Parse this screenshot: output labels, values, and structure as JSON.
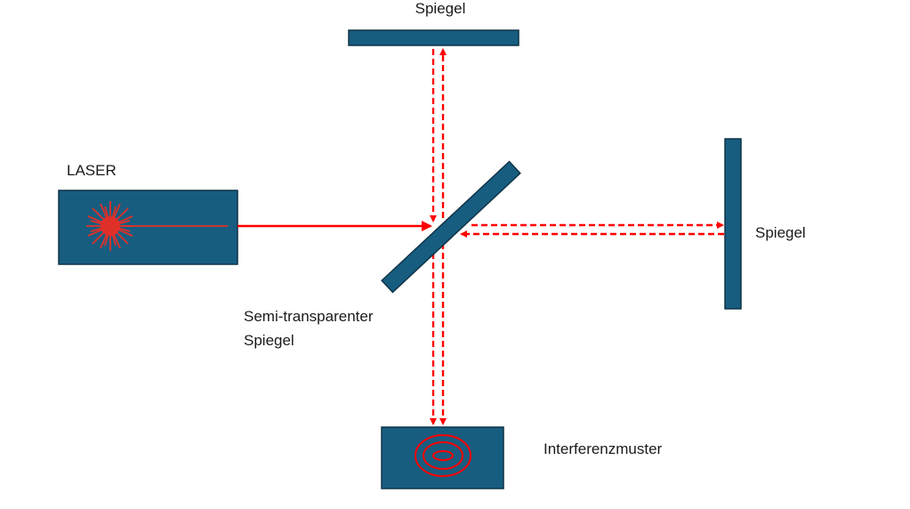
{
  "labels": {
    "top_mirror": "Spiegel",
    "laser": "LASER",
    "right_mirror": "Spiegel",
    "beam_splitter_line1": "Semi-transparenter",
    "beam_splitter_line2": "Spiegel",
    "detector": "Interferenzmuster"
  },
  "colors": {
    "component": "#175d80",
    "beam": "#ff0000",
    "laser_star": "#e0302a"
  }
}
